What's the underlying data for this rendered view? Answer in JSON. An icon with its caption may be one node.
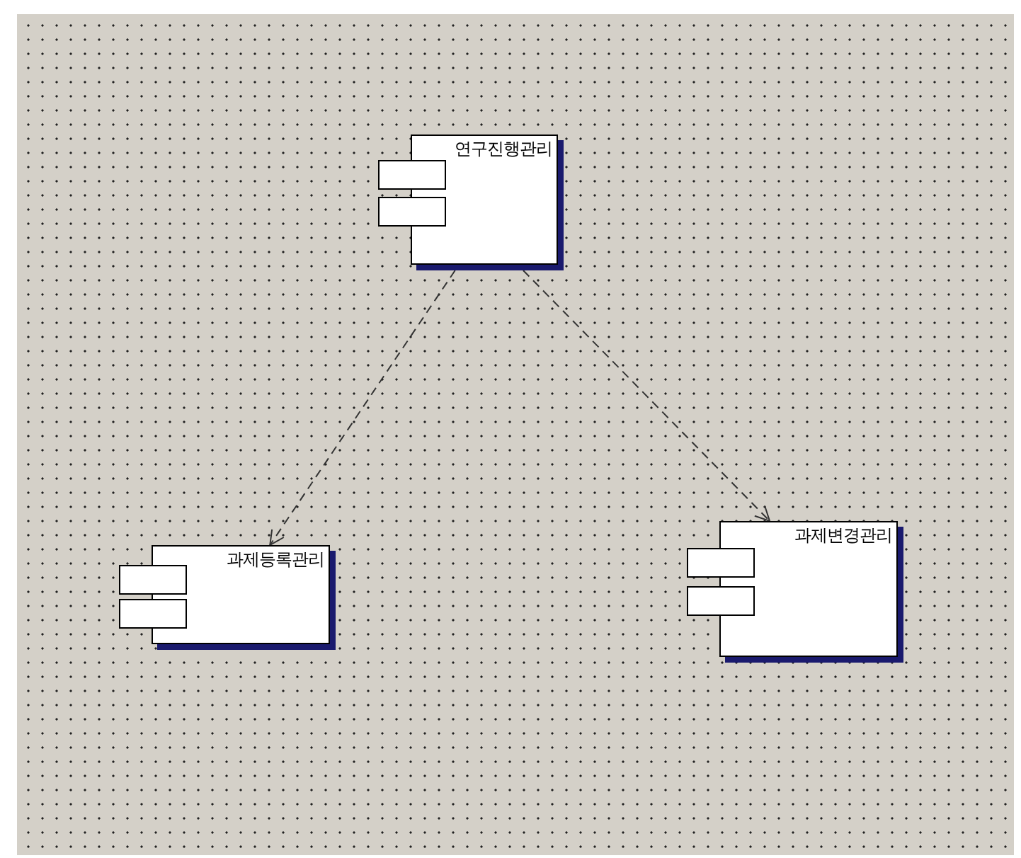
{
  "diagram": {
    "nodes": [
      {
        "text": [
          "연구진행관리"
        ]
      },
      {
        "text": [
          "과제등록관리"
        ]
      },
      {
        "text": [
          "과제변경관리"
        ]
      }
    ],
    "edges": [
      {
        "from": 0,
        "to": 1,
        "arrow": "to",
        "style": "dashed"
      },
      {
        "from": 0,
        "to": 2,
        "arrow": "to",
        "style": "dashed"
      }
    ]
  }
}
